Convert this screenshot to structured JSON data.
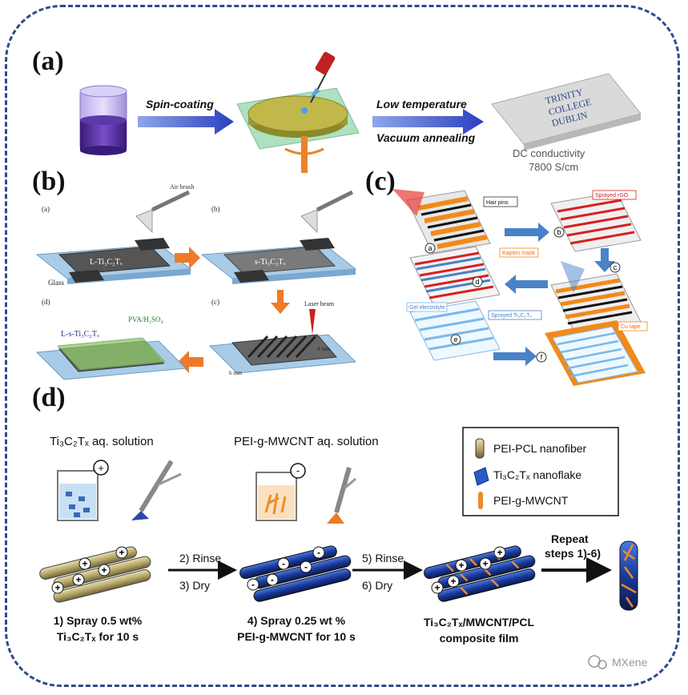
{
  "panels": {
    "a": "(a)",
    "b": "(b)",
    "c": "(c)",
    "d": "(d)"
  },
  "panel_a": {
    "step1": "Spin-coating",
    "step2_line1": "Low temperature",
    "step2_line2": "Vacuum annealing",
    "logo_line1": "TRINITY",
    "logo_line2": "COLLEGE",
    "logo_line3": "DUBLIN",
    "result_line1": "DC conductivity",
    "result_line2": "7800 S/cm"
  },
  "panel_b": {
    "sub_a": "(a)",
    "sub_b": "(b)",
    "sub_c": "(c)",
    "sub_d": "(d)",
    "air_brush": "Air brush",
    "film_a": "L-Ti₃C₂Tₓ",
    "film_b": "s-Ti₃C₂Tₓ",
    "film_d": "L-s-Ti₃C₂Tₓ",
    "glass": "Glass",
    "laser": "Laser beam",
    "electrolyte": "PVA/H₂SO₄",
    "dim1": "6 mm",
    "dim2": "8 mm"
  },
  "panel_c": {
    "hair_pins": "Hair pins",
    "kapton": "Kapton mask",
    "sprayed_rgo": "Sprayed rGO",
    "gel": "Gel electrolyte",
    "sprayed_ti": "Sprayed Ti₃C₂Tₓ",
    "cu_tape": "Cu tape",
    "steps": [
      "a",
      "b",
      "c",
      "d",
      "e",
      "f"
    ]
  },
  "panel_d": {
    "sol1": "Ti₃C₂Tₓ aq. solution",
    "sol2": "PEI-g-MWCNT aq. solution",
    "legend": [
      "PEI-PCL nanofiber",
      "Ti₃C₂Tₓ nanoflake",
      "PEI-g-MWCNT"
    ],
    "rinse1": "2) Rinse",
    "dry1": "3) Dry",
    "rinse2": "5) Rinse",
    "dry2": "6) Dry",
    "repeat1": "Repeat",
    "repeat2": "steps 1)-6)",
    "spray1_line1": "1) Spray 0.5 wt%",
    "spray1_line2": "Ti₃C₂Tₓ for 10 s",
    "spray2_line1": "4) Spray 0.25 wt %",
    "spray2_line2": "PEI-g-MWCNT for 10 s",
    "film_line1": "Ti₃C₂Tₓ/MWCNT/PCL",
    "film_line2": "composite film",
    "plus": "+",
    "minus": "-"
  },
  "watermark": "MXene"
}
